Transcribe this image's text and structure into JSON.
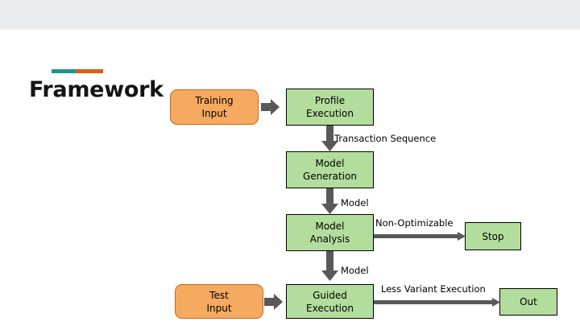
{
  "page": {
    "title": "Framework",
    "accent_teal": "#1f968b",
    "accent_orange": "#e35c13",
    "topbar_color": "#e8ecec",
    "box_green": "#b3dd9c",
    "box_orange": "#f6aa5f",
    "arrow_color": "#595959"
  },
  "diagram": {
    "type": "flowchart",
    "nodes": [
      {
        "id": "training-input",
        "label": "Training\nInput",
        "shape": "rounded-rect",
        "color": "#f6aa5f"
      },
      {
        "id": "profile-execution",
        "label": "Profile\nExecution",
        "shape": "rect",
        "color": "#b3dd9c"
      },
      {
        "id": "model-generation",
        "label": "Model\nGeneration",
        "shape": "rect",
        "color": "#b3dd9c"
      },
      {
        "id": "model-analysis",
        "label": "Model\nAnalysis",
        "shape": "rect",
        "color": "#b3dd9c"
      },
      {
        "id": "stop",
        "label": "Stop",
        "shape": "rect",
        "color": "#b3dd9c"
      },
      {
        "id": "test-input",
        "label": "Test\nInput",
        "shape": "rounded-rect",
        "color": "#f6aa5f"
      },
      {
        "id": "guided-execution",
        "label": "Guided\nExecution",
        "shape": "rect",
        "color": "#b3dd9c"
      },
      {
        "id": "out",
        "label": "Out",
        "shape": "rect",
        "color": "#b3dd9c"
      }
    ],
    "edges": [
      {
        "from": "training-input",
        "to": "profile-execution",
        "label": "",
        "style": "block-arrow"
      },
      {
        "from": "profile-execution",
        "to": "model-generation",
        "label": "Transaction Sequence",
        "style": "block-arrow"
      },
      {
        "from": "model-generation",
        "to": "model-analysis",
        "label": "Model",
        "style": "block-arrow"
      },
      {
        "from": "model-analysis",
        "to": "stop",
        "label": "Non-Optimizable",
        "style": "line-arrow"
      },
      {
        "from": "model-analysis",
        "to": "guided-execution",
        "label": "Model",
        "style": "block-arrow"
      },
      {
        "from": "test-input",
        "to": "guided-execution",
        "label": "",
        "style": "block-arrow"
      },
      {
        "from": "guided-execution",
        "to": "out",
        "label": "Less Variant Execution",
        "style": "line-arrow"
      }
    ]
  }
}
